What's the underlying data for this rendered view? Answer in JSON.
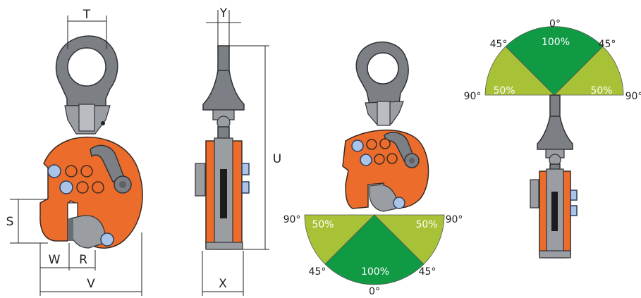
{
  "dimensions": {
    "T": "T",
    "Y": "Y",
    "U": "U",
    "S": "S",
    "W": "W",
    "R": "R",
    "V": "V",
    "X": "X"
  },
  "lower_gauge": {
    "left_angle": "90°",
    "right_angle": "90°",
    "left_mid_angle": "45°",
    "right_mid_angle": "45°",
    "bottom_angle": "0°",
    "left_pct": "50%",
    "right_pct": "50%",
    "center_pct": "100%"
  },
  "upper_gauge": {
    "top_angle": "0°",
    "left_mid_angle": "45°",
    "right_mid_angle": "45°",
    "left_angle": "90°",
    "right_angle": "90°",
    "left_pct": "50%",
    "right_pct": "50%",
    "center_pct": "100%"
  },
  "colors": {
    "body_orange": "#ec6c2c",
    "shackle_grey": "#7c7f84",
    "gauge_green_dark": "#0f9a43",
    "gauge_green_light": "#a7c236",
    "button_blue": "#a9c4e8"
  }
}
